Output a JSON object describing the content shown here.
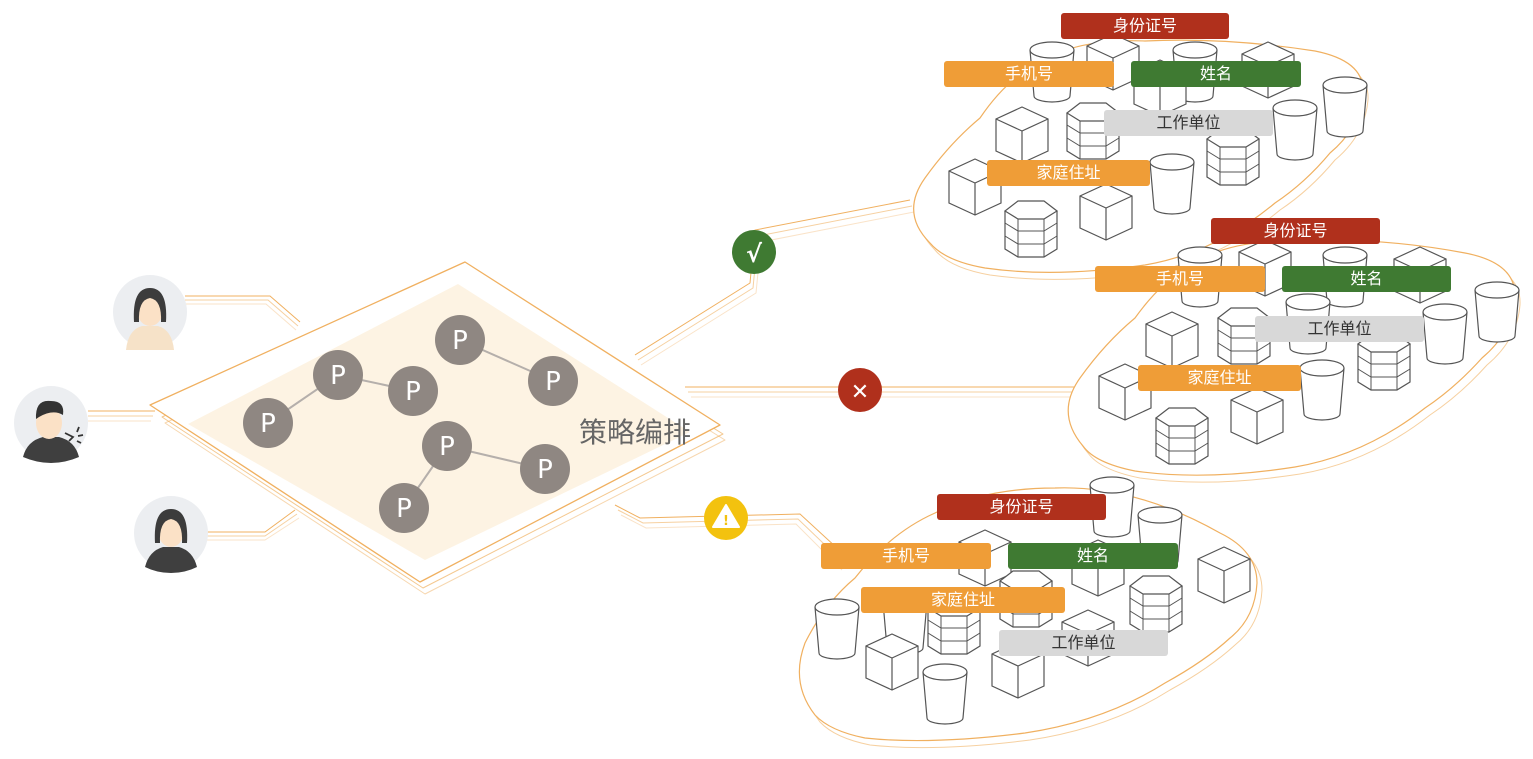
{
  "colors": {
    "accent": "#f0b060",
    "diamond_fill": "#fdf3e3",
    "node": "#8f8782",
    "allow": "#3f7a32",
    "deny": "#b0301c",
    "warn": "#f3c20f"
  },
  "center_label": "策略编排",
  "node_label": "P",
  "users": [
    {
      "icon": "female-user-icon"
    },
    {
      "icon": "male-user-icon"
    },
    {
      "icon": "female-user-icon"
    }
  ],
  "status_icons": [
    "check-icon",
    "cross-icon",
    "warning-icon"
  ],
  "status_glyphs": {
    "check": "√",
    "cross": "✕",
    "warning": "!"
  },
  "clouds": [
    {
      "tags": {
        "id": "身份证号",
        "phone": "手机号",
        "name": "姓名",
        "work": "工作单位",
        "address": "家庭住址"
      }
    },
    {
      "tags": {
        "id": "身份证号",
        "phone": "手机号",
        "name": "姓名",
        "work": "工作单位",
        "address": "家庭住址"
      }
    },
    {
      "tags": {
        "id": "身份证号",
        "phone": "手机号",
        "name": "姓名",
        "work": "工作单位",
        "address": "家庭住址"
      }
    }
  ]
}
